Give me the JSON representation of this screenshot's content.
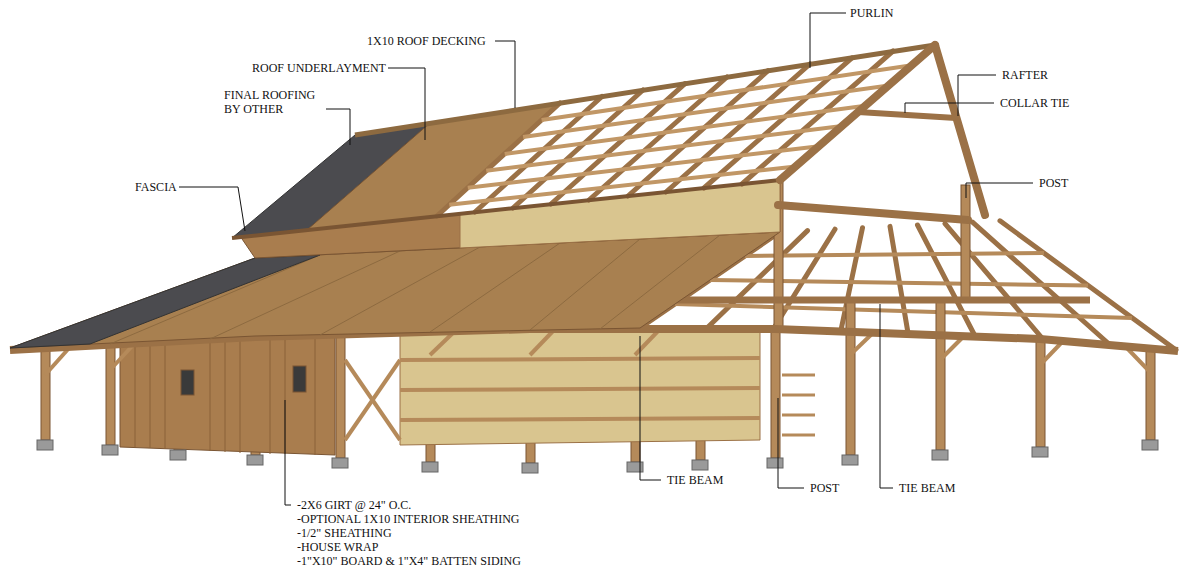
{
  "diagram": {
    "labels": [
      "PURLIN",
      "1X10 ROOF DECKING",
      "ROOF UNDERLAYMENT",
      "FINAL ROOFING BY OTHER",
      "RAFTER",
      "COLLAR TIE",
      "FASCIA",
      "POST",
      "TIE BEAM",
      "POST",
      "TIE BEAM",
      "-2X6 GIRT @ 24\" O.C.",
      "-OPTIONAL 1X10 INTERIOR SHEATHING",
      "-1/2\" SHEATHING",
      "-HOUSE WRAP",
      "-1\"X10\" BOARD & 1\"X4\" BATTEN SIDING"
    ]
  }
}
